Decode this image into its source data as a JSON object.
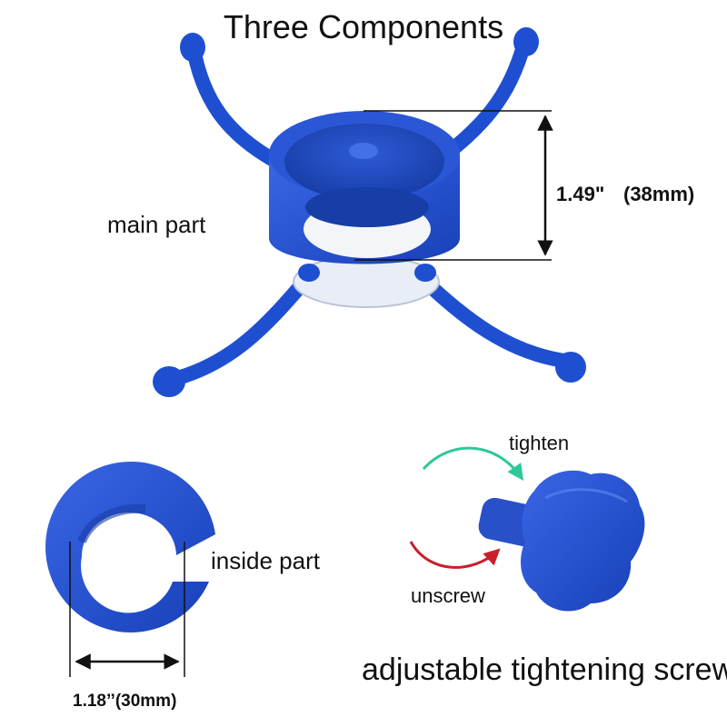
{
  "title": "Three Components",
  "main_part": {
    "label": "main part",
    "dimension_in": "1.49\"",
    "dimension_mm": "(38mm)"
  },
  "inside_part": {
    "label": "inside part",
    "dimension": "1.18’’(30mm)"
  },
  "screw": {
    "label": "adjustable tightening screw",
    "tighten_label": "tighten",
    "unscrew_label": "unscrew"
  },
  "colors": {
    "part_blue": "#1f4fd1",
    "tighten_arrow": "#2ec79a",
    "unscrew_arrow": "#c8202a"
  }
}
